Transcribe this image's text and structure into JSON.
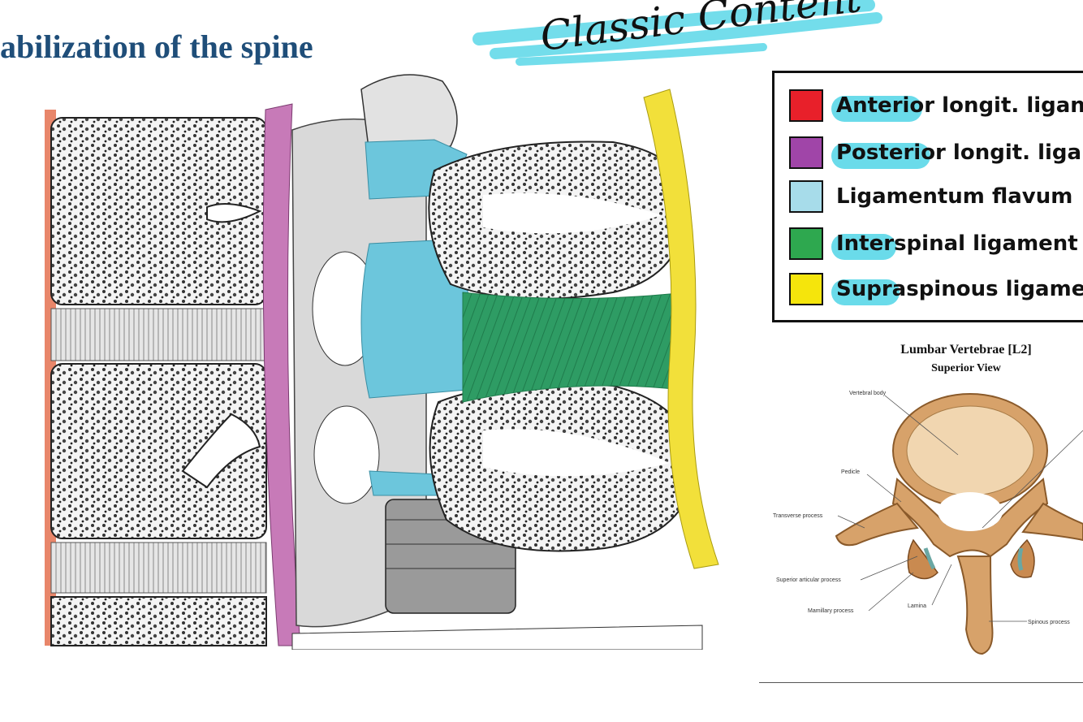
{
  "slide": {
    "title": "abilization of the spine",
    "handwritten_note": "Classic Content"
  },
  "legend": {
    "items": [
      {
        "label": "Anterior longit. ligan",
        "color": "#e8202a",
        "highlight": "Anterior"
      },
      {
        "label": "Posterior longit. ligar",
        "color": "#a045a8",
        "highlight": "Posterior"
      },
      {
        "label": "Ligamentum flavum",
        "color": "#a7dcea",
        "highlight": ""
      },
      {
        "label": "Interspinal ligament",
        "color": "#2ea84f",
        "highlight": "Inter"
      },
      {
        "label": "Supraspinous ligame",
        "color": "#f5e50c",
        "highlight": "Supra"
      }
    ]
  },
  "vertebra_figure": {
    "title": "Lumbar Vertebrae [L2]",
    "subtitle": "Superior View",
    "labels": {
      "vertebral_body": "Vertebral body",
      "pedicle": "Pedicle",
      "transverse_process": "Transverse process",
      "superior_articular_process": "Superior articular process",
      "mamillary_process": "Mamillary process",
      "lamina": "Lamina",
      "spinous_process": "Spinous process"
    }
  },
  "colors": {
    "title_blue": "#1f4e79",
    "anterior_longitudinal": "#e8866a",
    "posterior_longitudinal": "#c77ab8",
    "ligamentum_flavum": "#6cc6dc",
    "interspinal": "#2e9c64",
    "supraspinous": "#f2e03a",
    "highlighter": "#5ad7e8",
    "bone": "#d7a26a"
  }
}
